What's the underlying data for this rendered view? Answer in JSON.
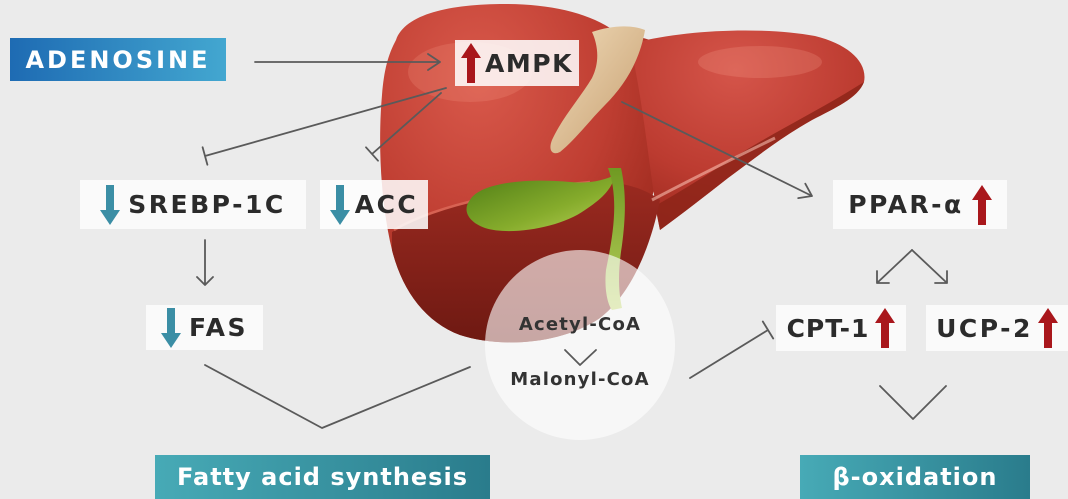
{
  "nodes": {
    "adenosine": {
      "label": "ADENOSINE"
    },
    "ampk": {
      "label": "AMPK",
      "icon": "arrow-up-icon"
    },
    "srebp_1c": {
      "label": "SREBP-1C",
      "icon": "arrow-down-icon"
    },
    "acc": {
      "label": "ACC",
      "icon": "arrow-down-icon"
    },
    "fas": {
      "label": "FAS",
      "icon": "arrow-down-icon"
    },
    "ppar_alpha": {
      "label": "PPAR-α",
      "icon": "arrow-up-icon"
    },
    "cpt_1": {
      "label": "CPT-1",
      "icon": "arrow-up-icon"
    },
    "ucp_2": {
      "label": "UCP-2",
      "icon": "arrow-up-icon"
    },
    "acetyl_coa": {
      "label": "Acetyl-CoA"
    },
    "malonyl_coa": {
      "label": "Malonyl-CoA"
    }
  },
  "outcomes": {
    "fatty_acid_synthesis": {
      "label": "Fatty acid synthesis"
    },
    "beta_oxidation": {
      "label": "β-oxidation"
    }
  },
  "colors": {
    "background": "#ebebeb",
    "increase_arrow": "#a9171c",
    "decrease_arrow": "#3b8ea5",
    "adenosine_gradient_start": "#1e6bb3",
    "adenosine_gradient_end": "#43a7d0",
    "outcome_gradient_start": "#47aab6",
    "outcome_gradient_end": "#2a7c8c",
    "connector": "#5a5a5a",
    "label_text": "#2b2b2b"
  }
}
